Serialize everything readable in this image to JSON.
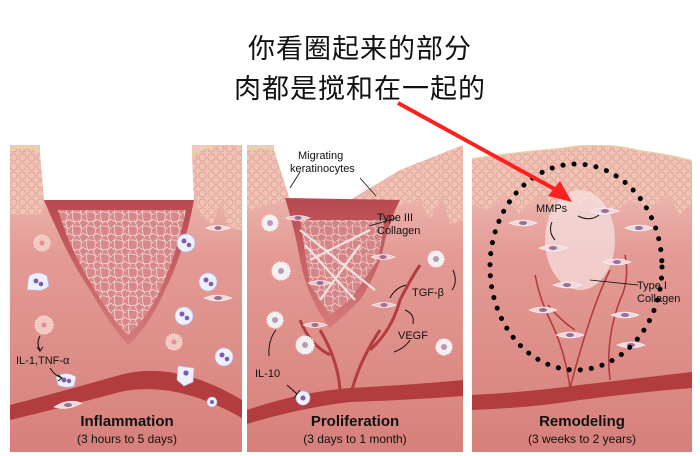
{
  "annotation": {
    "line1": "你看圈起来的部分",
    "line2": "肉都是搅和在一起的",
    "arrow_color": "#ff2020",
    "circle_style": "dotted-black"
  },
  "panels": [
    {
      "title": "Inflammation",
      "subtitle": "(3 hours to 5 days)",
      "labels": [
        "IL-1,TNF-α"
      ]
    },
    {
      "title": "Proliferation",
      "subtitle": "(3 days to 1 month)",
      "labels": [
        "Migrating",
        "keratinocytes",
        "Type III",
        "Collagen",
        "TGF-β",
        "VEGF",
        "IL-10"
      ]
    },
    {
      "title": "Remodeling",
      "subtitle": "(3 weeks to 2 years)",
      "labels": [
        "MMPs",
        "Type I",
        "Collagen"
      ]
    }
  ],
  "colors": {
    "tissue": "#d98580",
    "tissue_light": "#e8a9a3",
    "epidermis": "#f0c2b4",
    "vessel": "#b03a3a",
    "wound": "#c45a5c"
  }
}
